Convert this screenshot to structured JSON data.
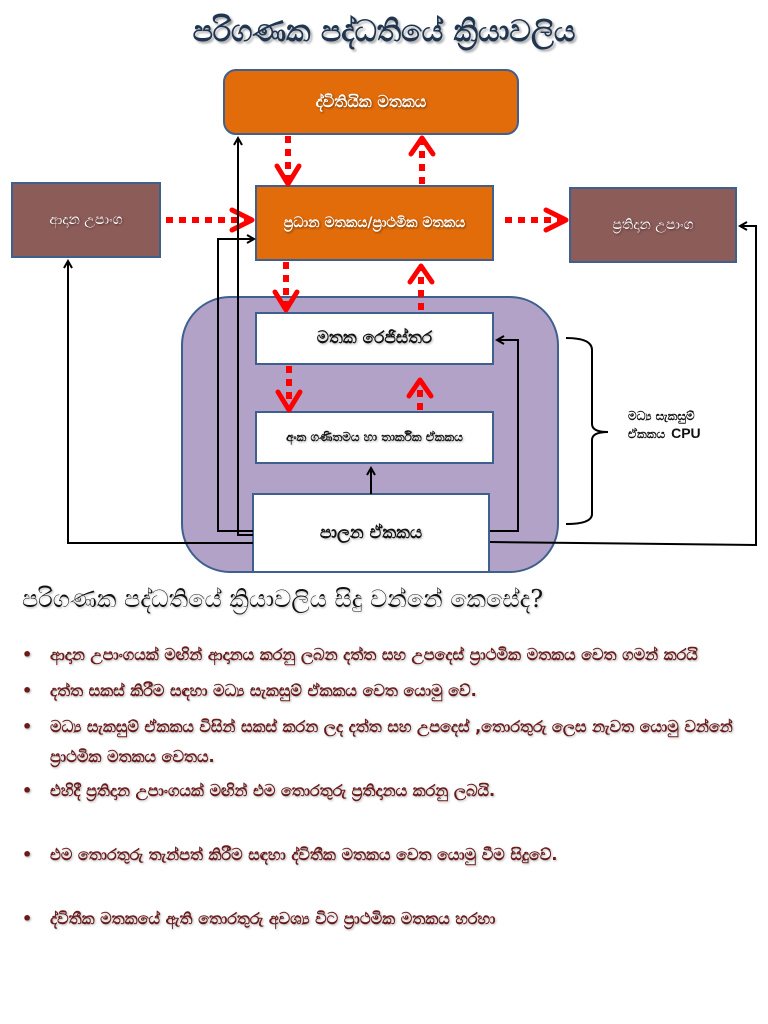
{
  "title": "පරිගණක පද්ධතියේ ක්‍රියාවලිය",
  "diagram": {
    "colors": {
      "orange": "#e36c0a",
      "brown": "#8c5c59",
      "cpu_purple": "#b3a2c7",
      "box_border": "#3f5f8f",
      "red_arrow": "#ff0000",
      "black_line": "#000000"
    },
    "boxes": {
      "secondary_memory": "ද්විතියික මතකය",
      "main_memory": "ප්‍රධාන මතකය/ප්‍රාථමික මතකය",
      "input_device": "ආදාන උපාංග",
      "output_device": "ප්‍රතිදාන උපාංග",
      "registers": "මතක රෙජිස්තර",
      "alu": "අංක ගණිතමය හා තාර්කික ඒකකය",
      "control_unit": "පාලන ඒකකය"
    },
    "cpu_brace_label": "මධ්‍ය සැකසුම් ඒකකය",
    "cpu_brace_label_en": "CPU"
  },
  "section": {
    "heading": "පරිගණක පද්ධතියේ ක්‍රියාවලිය සිදු වන්නේ කෙසේද?",
    "bullets": [
      "ආදාන උපාංගයක් මඟින් ආදානය කරනු ලබන දත්ත සහ උපදෙස් ප්‍රාථමික මතකය වෙත ගමන් කරයි",
      "දත්ත සකස් කිරීම සඳහා මධ්‍ය සැකසුම් ඒකකය වෙත යොමු වේ.",
      "මධ්‍ය සැකසුම් ඒකකය විසින් සකස් කරන ලද දත්ත සහ උපදෙස් ,තොරතුරු ලෙස නැවත යොමු වන්නේ ප්‍රාථමික මතකය වෙතය.",
      "එහිදී ප්‍රතිදාන උපාංගයක් මඟින් එම තොරතුරු ප්‍රතිදානය කරනු ලබයි.",
      "එම තොරතුරු තැන්පත් කිරීම සඳහා ද්විතීක මතකය වෙත යොමු වීම සිදුවේ.",
      "ද්විතීක මතකයේ ඇති තොරතුරු අවශ්‍ය විට ප්‍රාථමික මතකය හරහා"
    ]
  }
}
